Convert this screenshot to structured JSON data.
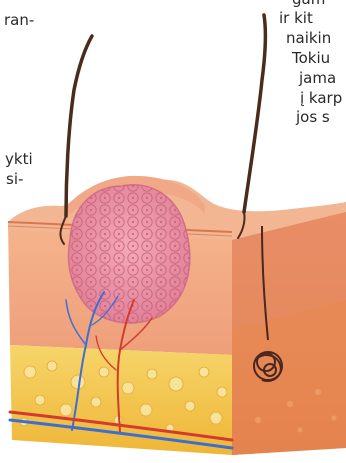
{
  "left_column": {
    "lines": [
      "",
      "ran-",
      "ykti",
      "si-"
    ]
  },
  "right_column": {
    "lines": [
      "gam",
      "ir kit",
      "naikin",
      "Tokiu",
      "jama",
      "į karp",
      "jos s"
    ]
  },
  "illustration": {
    "subject": "skin-cross-section-tumor",
    "colors": {
      "epidermis": "#f3b48a",
      "dermis": "#f0a27c",
      "subcutaneous_fat": "#f3c14a",
      "tumor": "#e98ca0",
      "vein": "#3d6fd0",
      "artery": "#d23b2d",
      "hair": "#4a2b1c",
      "gland": "#4a2720"
    }
  }
}
